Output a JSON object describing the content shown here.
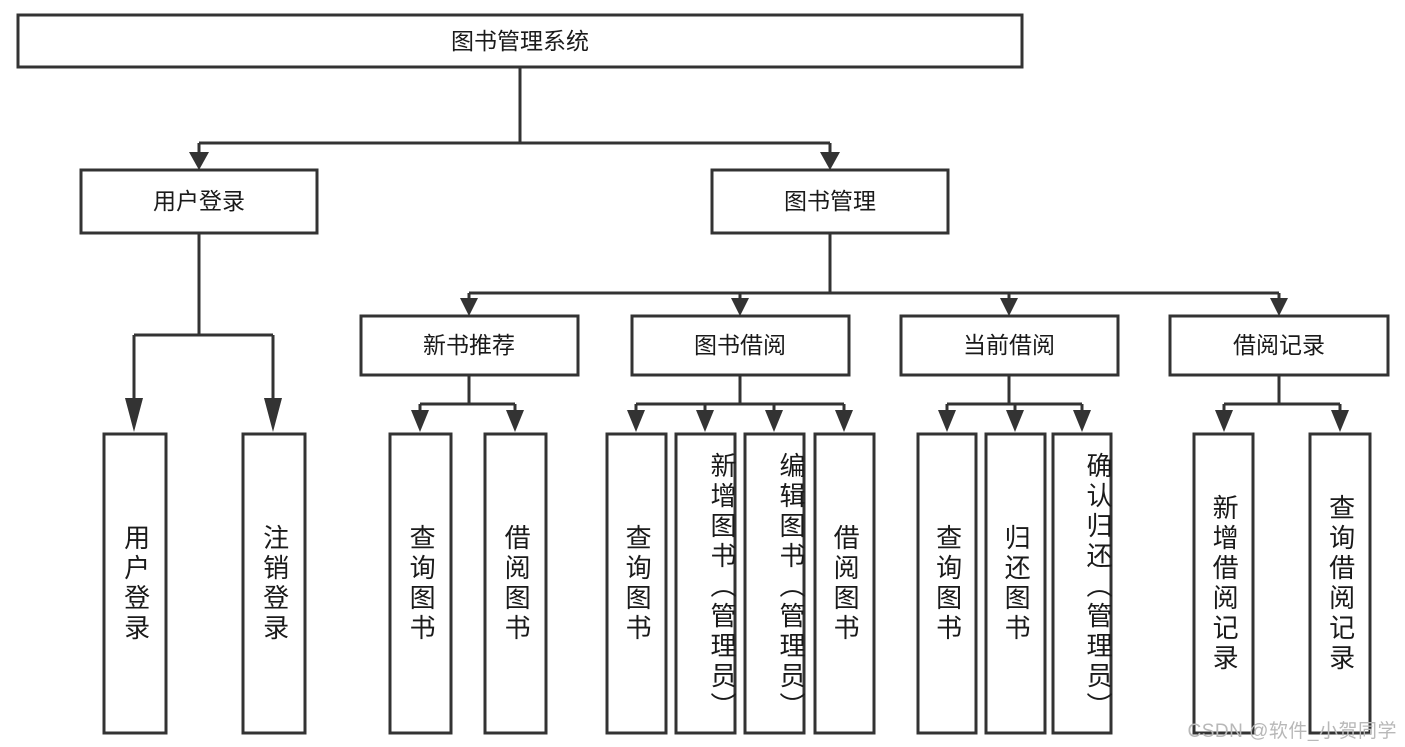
{
  "diagram": {
    "type": "tree-hierarchy-diagram",
    "title": "图书管理系统",
    "colors": {
      "box_stroke": "#333333",
      "box_fill": "#ffffff",
      "text": "#1a1a1a",
      "background": "#ffffff",
      "watermark": "#b8b8b8"
    },
    "levels": [
      {
        "level": 1,
        "nodes": [
          {
            "id": "root",
            "label": "图书管理系统",
            "orientation": "horizontal"
          }
        ]
      },
      {
        "level": 2,
        "nodes": [
          {
            "id": "user-login",
            "label": "用户登录",
            "orientation": "horizontal",
            "parent": "root"
          },
          {
            "id": "book-management",
            "label": "图书管理",
            "orientation": "horizontal",
            "parent": "root"
          }
        ]
      },
      {
        "level": 3,
        "nodes": [
          {
            "id": "new-book-recommend",
            "label": "新书推荐",
            "orientation": "horizontal",
            "parent": "book-management"
          },
          {
            "id": "book-borrow",
            "label": "图书借阅",
            "orientation": "horizontal",
            "parent": "book-management"
          },
          {
            "id": "current-borrow",
            "label": "当前借阅",
            "orientation": "horizontal",
            "parent": "book-management"
          },
          {
            "id": "borrow-records",
            "label": "借阅记录",
            "orientation": "horizontal",
            "parent": "book-management"
          }
        ]
      },
      {
        "level": 4,
        "nodes": [
          {
            "id": "leaf-user-login",
            "label": "用户登录",
            "orientation": "vertical",
            "parent": "user-login"
          },
          {
            "id": "leaf-logout-login",
            "label": "注销登录",
            "orientation": "vertical",
            "parent": "user-login"
          },
          {
            "id": "leaf-query-book-1",
            "label": "查询图书",
            "orientation": "vertical",
            "parent": "new-book-recommend"
          },
          {
            "id": "leaf-borrow-book-1",
            "label": "借阅图书",
            "orientation": "vertical",
            "parent": "new-book-recommend"
          },
          {
            "id": "leaf-query-book-2",
            "label": "查询图书",
            "orientation": "vertical",
            "parent": "book-borrow"
          },
          {
            "id": "leaf-add-book",
            "label": "新增图书（管理员）",
            "orientation": "vertical",
            "parent": "book-borrow"
          },
          {
            "id": "leaf-edit-book",
            "label": "编辑图书（管理员）",
            "orientation": "vertical",
            "parent": "book-borrow"
          },
          {
            "id": "leaf-borrow-book-2",
            "label": "借阅图书",
            "orientation": "vertical",
            "parent": "book-borrow"
          },
          {
            "id": "leaf-query-book-3",
            "label": "查询图书",
            "orientation": "vertical",
            "parent": "current-borrow"
          },
          {
            "id": "leaf-return-book",
            "label": "归还图书",
            "orientation": "vertical",
            "parent": "current-borrow"
          },
          {
            "id": "leaf-confirm-return",
            "label": "确认归还（管理员）",
            "orientation": "vertical",
            "parent": "current-borrow"
          },
          {
            "id": "leaf-add-record",
            "label": "新增借阅记录",
            "orientation": "vertical",
            "parent": "borrow-records"
          },
          {
            "id": "leaf-query-record",
            "label": "查询借阅记录",
            "orientation": "vertical",
            "parent": "borrow-records"
          }
        ]
      }
    ],
    "watermark": "CSDN @软件_小贺同学"
  }
}
